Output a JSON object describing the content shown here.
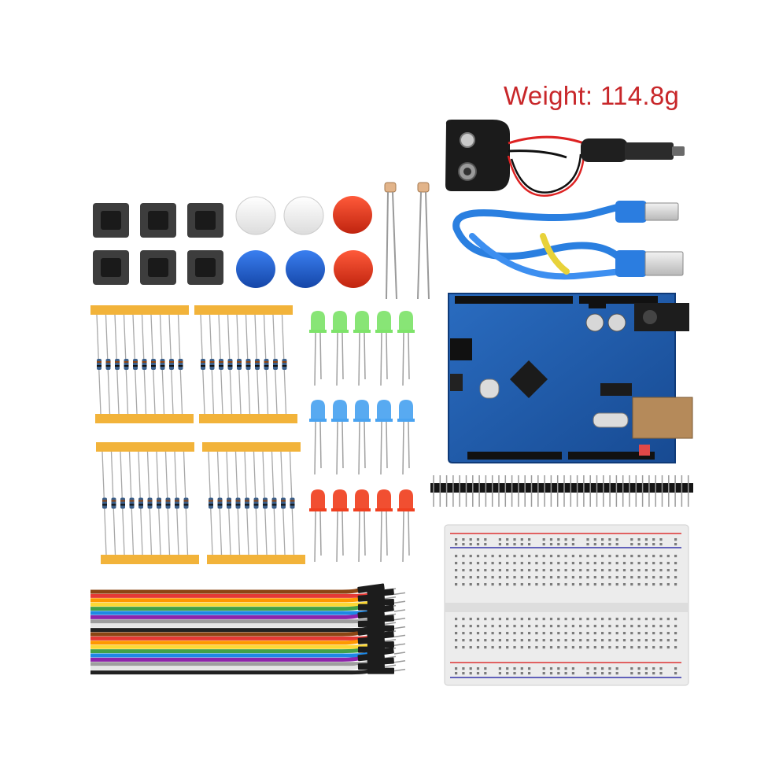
{
  "caption": {
    "weight_text": "Weight: 114.8g"
  },
  "colors": {
    "caption_red": "#c8272a",
    "board_blue": "#1f5fb0",
    "resistor_tape": "#f2b33a",
    "led_green": "#7ee36a",
    "led_blue": "#4aa3f0",
    "led_red": "#f04020",
    "cap_white": "#f4f4f4",
    "cap_blue": "#1e63d6",
    "cap_red": "#e8361c",
    "usb_cable_blue": "#2a7fe0",
    "breadboard": "#ececec"
  },
  "components": {
    "push_buttons": {
      "count": 6
    },
    "button_caps": {
      "rows": [
        [
          "white",
          "white",
          "red"
        ],
        [
          "blue",
          "blue",
          "red"
        ]
      ]
    },
    "photoresistors": {
      "count": 2
    },
    "leds": {
      "rows": [
        "green",
        "blue",
        "red"
      ],
      "per_row": 5
    },
    "resistor_bundles": {
      "count": 4
    },
    "jumper_wires": {
      "colors": [
        "#8b4513",
        "#e53935",
        "#ff9800",
        "#fdd835",
        "#43a047",
        "#1e88e5",
        "#8e24aa",
        "#9e9e9e",
        "#f5f5f5",
        "#212121"
      ]
    },
    "pin_header": {
      "pins": 40
    }
  }
}
